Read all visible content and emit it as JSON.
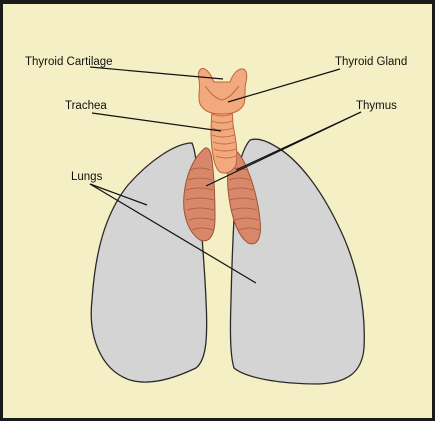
{
  "diagram": {
    "title": "",
    "labels": {
      "thyroid_cartilage": "Thyroid Cartilage",
      "thyroid_gland": "Thyroid Gland",
      "trachea": "Trachea",
      "thymus": "Thymus",
      "lungs": "Lungs"
    },
    "colors": {
      "background": "#f4efc4",
      "lung_fill": "#d4d4d4",
      "organ_fill": "#f2a97e",
      "organ_stroke": "#b9653a",
      "thymus_fill": "#d9876a",
      "leader_line": "#111111"
    }
  }
}
